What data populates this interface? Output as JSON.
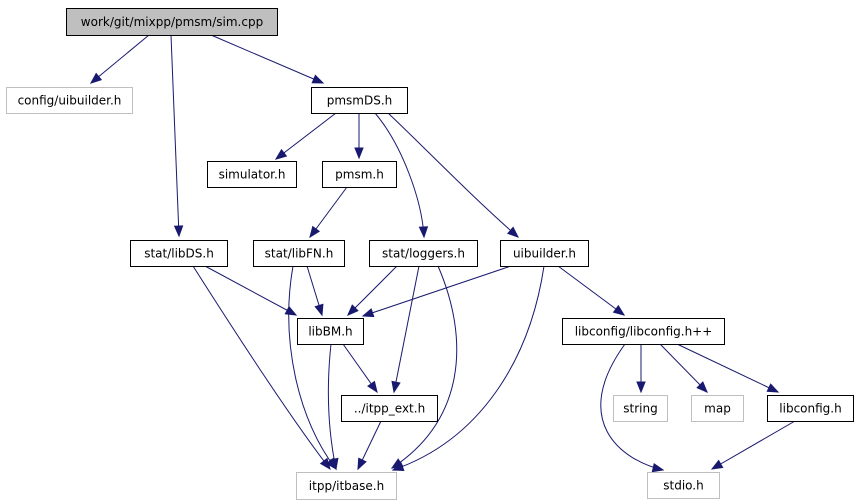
{
  "diagram": {
    "colors": {
      "edge": "#191970",
      "root_fill": "#bfbfbf",
      "external_border": "#bfbfbf",
      "node_border": "#000000"
    },
    "nodes": [
      {
        "id": "sim",
        "label": "work/git/mixpp/pmsm/sim.cpp",
        "style": "root"
      },
      {
        "id": "uibcfg",
        "label": "config/uibuilder.h",
        "style": "external"
      },
      {
        "id": "pmsmDS",
        "label": "pmsmDS.h",
        "style": "normal"
      },
      {
        "id": "simulator",
        "label": "simulator.h",
        "style": "normal"
      },
      {
        "id": "pmsm",
        "label": "pmsm.h",
        "style": "normal"
      },
      {
        "id": "libDS",
        "label": "stat/libDS.h",
        "style": "normal"
      },
      {
        "id": "libFN",
        "label": "stat/libFN.h",
        "style": "normal"
      },
      {
        "id": "loggers",
        "label": "stat/loggers.h",
        "style": "normal"
      },
      {
        "id": "uibuilder",
        "label": "uibuilder.h",
        "style": "normal"
      },
      {
        "id": "libBM",
        "label": "libBM.h",
        "style": "normal"
      },
      {
        "id": "libconfigpp",
        "label": "libconfig/libconfig.h++",
        "style": "normal"
      },
      {
        "id": "itppext",
        "label": "../itpp_ext.h",
        "style": "normal"
      },
      {
        "id": "string",
        "label": "string",
        "style": "external"
      },
      {
        "id": "map",
        "label": "map",
        "style": "external"
      },
      {
        "id": "libconfig",
        "label": "libconfig.h",
        "style": "normal"
      },
      {
        "id": "itbase",
        "label": "itpp/itbase.h",
        "style": "external"
      },
      {
        "id": "stdio",
        "label": "stdio.h",
        "style": "external"
      }
    ],
    "edges": [
      {
        "from": "sim",
        "to": "uibcfg"
      },
      {
        "from": "sim",
        "to": "pmsmDS"
      },
      {
        "from": "sim",
        "to": "libDS"
      },
      {
        "from": "pmsmDS",
        "to": "simulator"
      },
      {
        "from": "pmsmDS",
        "to": "pmsm"
      },
      {
        "from": "pmsmDS",
        "to": "loggers"
      },
      {
        "from": "pmsmDS",
        "to": "uibuilder"
      },
      {
        "from": "pmsm",
        "to": "libFN"
      },
      {
        "from": "libDS",
        "to": "libBM"
      },
      {
        "from": "libDS",
        "to": "itbase"
      },
      {
        "from": "libFN",
        "to": "libBM"
      },
      {
        "from": "libFN",
        "to": "itbase"
      },
      {
        "from": "loggers",
        "to": "libBM"
      },
      {
        "from": "loggers",
        "to": "itppext"
      },
      {
        "from": "loggers",
        "to": "itbase"
      },
      {
        "from": "uibuilder",
        "to": "libBM"
      },
      {
        "from": "uibuilder",
        "to": "libconfigpp"
      },
      {
        "from": "uibuilder",
        "to": "itbase"
      },
      {
        "from": "libBM",
        "to": "itppext"
      },
      {
        "from": "libBM",
        "to": "itbase"
      },
      {
        "from": "itppext",
        "to": "itbase"
      },
      {
        "from": "libconfigpp",
        "to": "string"
      },
      {
        "from": "libconfigpp",
        "to": "map"
      },
      {
        "from": "libconfigpp",
        "to": "libconfig"
      },
      {
        "from": "libconfigpp",
        "to": "stdio"
      },
      {
        "from": "libconfig",
        "to": "stdio"
      }
    ]
  }
}
